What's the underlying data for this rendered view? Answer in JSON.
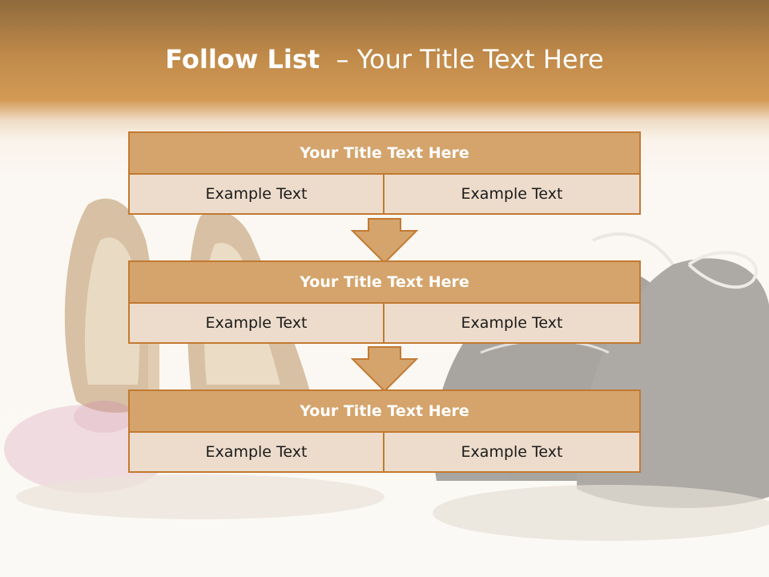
{
  "slide": {
    "title_bold": "Follow List",
    "title_rest": "– Your Title Text Here"
  },
  "steps": [
    {
      "title": "Your Title Text Here",
      "left": "Example Text",
      "right": "Example Text"
    },
    {
      "title": "Your Title Text Here",
      "left": "Example Text",
      "right": "Example Text"
    },
    {
      "title": "Your Title Text Here",
      "left": "Example Text",
      "right": "Example Text"
    }
  ],
  "colors": {
    "header_band": "#c08a4a",
    "box_header": "#d4a46c",
    "box_cell": "#eddccb",
    "border": "#c27a32"
  }
}
